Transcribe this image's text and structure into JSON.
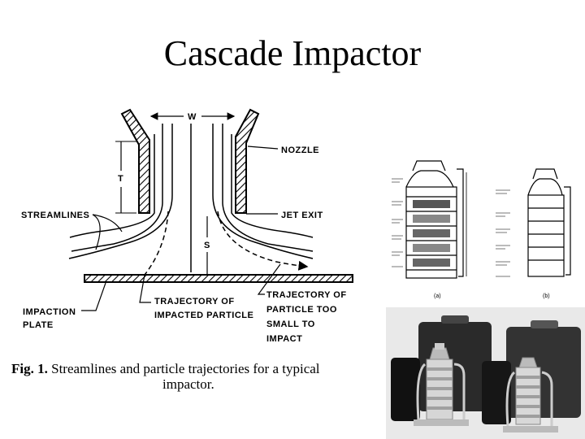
{
  "title": "Cascade Impactor",
  "diagram": {
    "labels": {
      "w": "W",
      "t": "T",
      "s": "S",
      "nozzle": "NOZZLE",
      "jet_exit": "JET EXIT",
      "streamlines": "STREAMLINES",
      "impaction_plate_1": "IMPACTION",
      "impaction_plate_2": "PLATE",
      "traj_impacted_1": "TRAJECTORY OF",
      "traj_impacted_2": "IMPACTED PARTICLE",
      "traj_small_1": "TRAJECTORY OF",
      "traj_small_2": "PARTICLE TOO",
      "traj_small_3": "SMALL TO",
      "traj_small_4": "IMPACT"
    }
  },
  "caption": {
    "fig": "Fig. 1.",
    "line1": "Streamlines and particle trajectories for a typical",
    "line2": "impactor."
  },
  "photo_top": {
    "label_a": "(a)",
    "label_b": "(b)"
  }
}
